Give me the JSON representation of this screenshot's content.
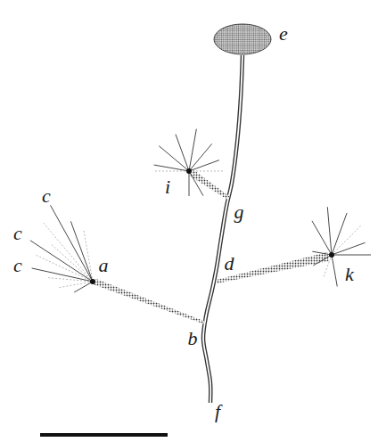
{
  "diagram": {
    "labels": [
      "e",
      "i",
      "c",
      "g",
      "c",
      "c",
      "k",
      "d",
      "a",
      "b",
      "f"
    ]
  }
}
